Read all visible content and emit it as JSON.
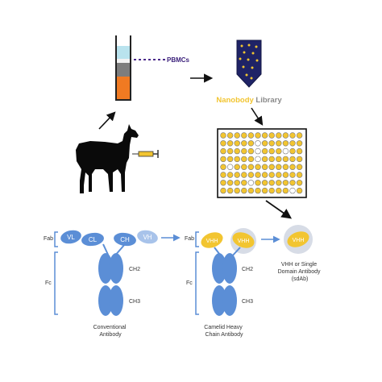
{
  "labels": {
    "pbmcs": "PBMCs",
    "library_word1": "Nanobody",
    "library_word2": " Library",
    "fab": "Fab",
    "fc": "Fc",
    "vl": "VL",
    "cl": "CL",
    "ch": "CH",
    "vh": "VH",
    "vhh": "VHH",
    "ch2": "CH2",
    "ch3": "CH3",
    "conventional_line1": "Conventional",
    "conventional_line2": "Antibody",
    "camelid_line1": "Camelid Heavy",
    "camelid_line2": "Chain Antibody",
    "sdab_line1": "VHH or Single",
    "sdab_line2": "Domain Antibody",
    "sdab_line3": "(sdAb)"
  },
  "colors": {
    "antibody_blue": "#5b8ed6",
    "light_chain_blue": "#a8c3ea",
    "nanobody_yellow": "#f2c531",
    "library_grey": "#8a8a8a",
    "pbmc_purple": "#4b2a8a",
    "tube_navy": "#1f2366",
    "plasma_cyan": "#b9e3ee",
    "rbc_orange": "#f07a22",
    "halo_grey": "#d7dce6"
  },
  "icons": {
    "animal": "llama-silhouette-icon",
    "syringe": "syringe-icon"
  }
}
